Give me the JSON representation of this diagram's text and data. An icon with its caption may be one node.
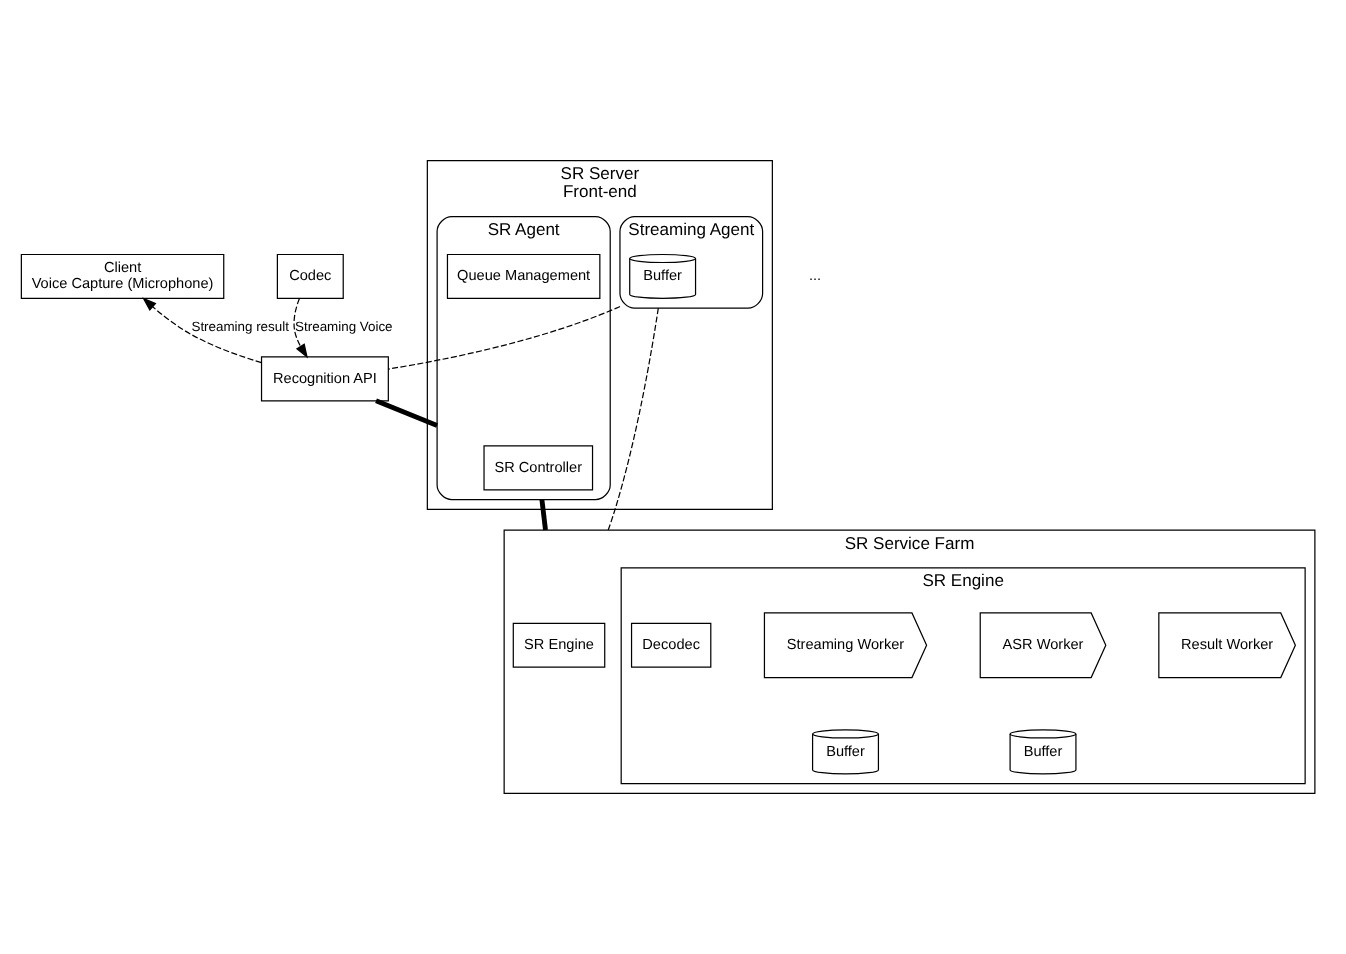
{
  "diagram": {
    "nodes": [
      {
        "text": [
          "Client",
          "Voice Capture (Microphone)"
        ]
      },
      {
        "text": [
          "Codec"
        ]
      },
      {
        "text": [
          "SR Server",
          "Front-end"
        ]
      },
      {
        "text": [
          "Recognition API"
        ]
      },
      {
        "text": [
          "Streaming Agent"
        ],
        "in": 2
      },
      {
        "text": [
          "Buffer"
        ],
        "in": 4
      },
      {
        "text": [
          "SR Agent"
        ],
        "in": 2
      },
      {
        "text": [
          "Queue Management"
        ],
        "in": 6
      },
      {
        "text": [
          "SR Controller"
        ],
        "in": 6
      },
      {
        "text": [
          "SR Service Farm"
        ]
      },
      {
        "text": [
          "SR Engine"
        ],
        "in": 9
      },
      {
        "text": [
          "Decodec"
        ],
        "in": 10
      },
      {
        "text": [
          "Streaming Worker"
        ],
        "in": 10
      },
      {
        "text": [
          "ASR Worker"
        ],
        "in": 10
      },
      {
        "text": [
          "Result Worker"
        ],
        "in": 10
      },
      {
        "text": [
          "Buffer"
        ],
        "in": 10
      },
      {
        "text": [
          "Buffer"
        ],
        "in": 10
      },
      {
        "text": [
          "SR Engine"
        ],
        "in": 9
      }
    ],
    "edges": [
      {
        "from": 1,
        "to": 3,
        "arrow": "to",
        "label": "Streaming Voice",
        "style": "dashed"
      },
      {
        "from": 3,
        "to": 0,
        "arrow": "to",
        "label": "Streaming result",
        "style": "dashed"
      },
      {
        "from": 4,
        "to": 3,
        "arrow": "none",
        "style": "dashed"
      },
      {
        "from": 3,
        "to": 6,
        "arrow": "none",
        "style": "thick"
      },
      {
        "from": 4,
        "to": 9,
        "arrow": "none",
        "style": "dashed"
      },
      {
        "from": 6,
        "to": 9,
        "arrow": "none",
        "style": "thick"
      }
    ],
    "labels": [
      "..."
    ]
  }
}
